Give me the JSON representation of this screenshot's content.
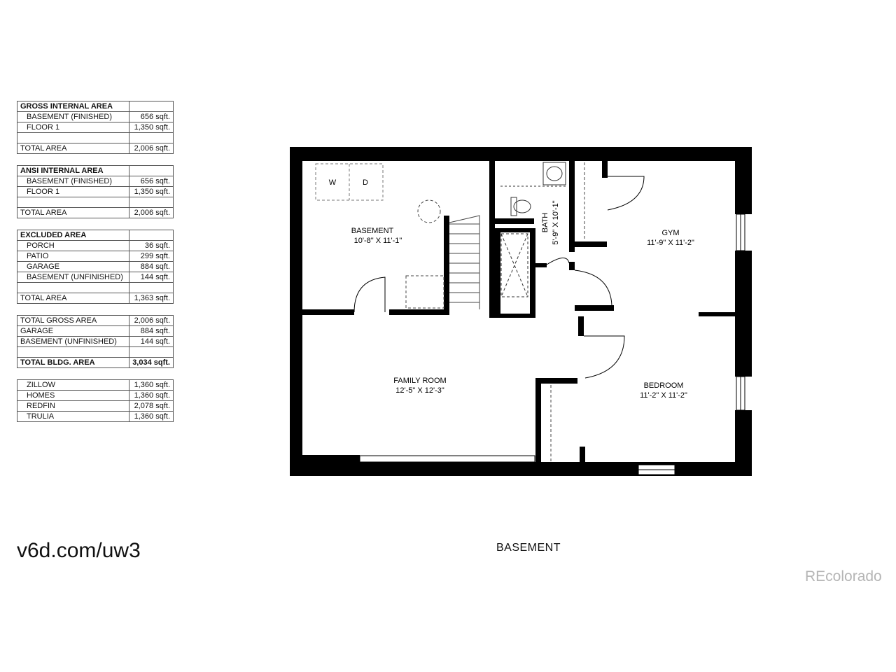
{
  "tables": [
    {
      "header": "GROSS INTERNAL AREA",
      "rows": [
        {
          "label": "BASEMENT (FINISHED)",
          "value": "656 sqft."
        },
        {
          "label": "FLOOR 1",
          "value": "1,350 sqft."
        },
        {
          "label": "",
          "value": ""
        }
      ],
      "total": {
        "label": "TOTAL AREA",
        "value": "2,006 sqft."
      }
    },
    {
      "header": "ANSI INTERNAL AREA",
      "rows": [
        {
          "label": "BASEMENT (FINISHED)",
          "value": "656 sqft."
        },
        {
          "label": "FLOOR 1",
          "value": "1,350 sqft."
        },
        {
          "label": "",
          "value": ""
        }
      ],
      "total": {
        "label": "TOTAL AREA",
        "value": "2,006 sqft."
      }
    },
    {
      "header": "EXCLUDED AREA",
      "rows": [
        {
          "label": "PORCH",
          "value": "36 sqft."
        },
        {
          "label": "PATIO",
          "value": "299 sqft."
        },
        {
          "label": "GARAGE",
          "value": "884 sqft."
        },
        {
          "label": "BASEMENT (UNFINISHED)",
          "value": "144 sqft."
        },
        {
          "label": "",
          "value": ""
        }
      ],
      "total": {
        "label": "TOTAL AREA",
        "value": "1,363 sqft."
      }
    }
  ],
  "summary": {
    "rows": [
      {
        "label": "TOTAL GROSS AREA",
        "value": "2,006 sqft."
      },
      {
        "label": "GARAGE",
        "value": "884 sqft."
      },
      {
        "label": "BASEMENT (UNFINISHED)",
        "value": "144 sqft."
      },
      {
        "label": "",
        "value": ""
      }
    ],
    "total": {
      "label": "TOTAL BLDG. AREA",
      "value": "3,034 sqft."
    }
  },
  "sites": [
    {
      "label": "ZILLOW",
      "value": "1,360 sqft."
    },
    {
      "label": "HOMES",
      "value": "1,360 sqft."
    },
    {
      "label": "REDFIN",
      "value": "2,078 sqft."
    },
    {
      "label": "TRULIA",
      "value": "1,360 sqft."
    }
  ],
  "link": "v6d.com/uw3",
  "floor_label": "BASEMENT",
  "watermark": "REcolorado",
  "rooms": {
    "basement": {
      "name": "BASEMENT",
      "dims": "10'-8\" X 11'-1\""
    },
    "bath": {
      "name": "BATH",
      "dims": "5'-9\" X 10'-1\""
    },
    "gym": {
      "name": "GYM",
      "dims": "11'-9\" X 11'-2\""
    },
    "family": {
      "name": "FAMILY ROOM",
      "dims": "12'-5\" X 12'-3\""
    },
    "bedroom": {
      "name": "BEDROOM",
      "dims": "11'-2\" X 11'-2\""
    }
  },
  "appliances": {
    "washer": "W",
    "dryer": "D"
  }
}
